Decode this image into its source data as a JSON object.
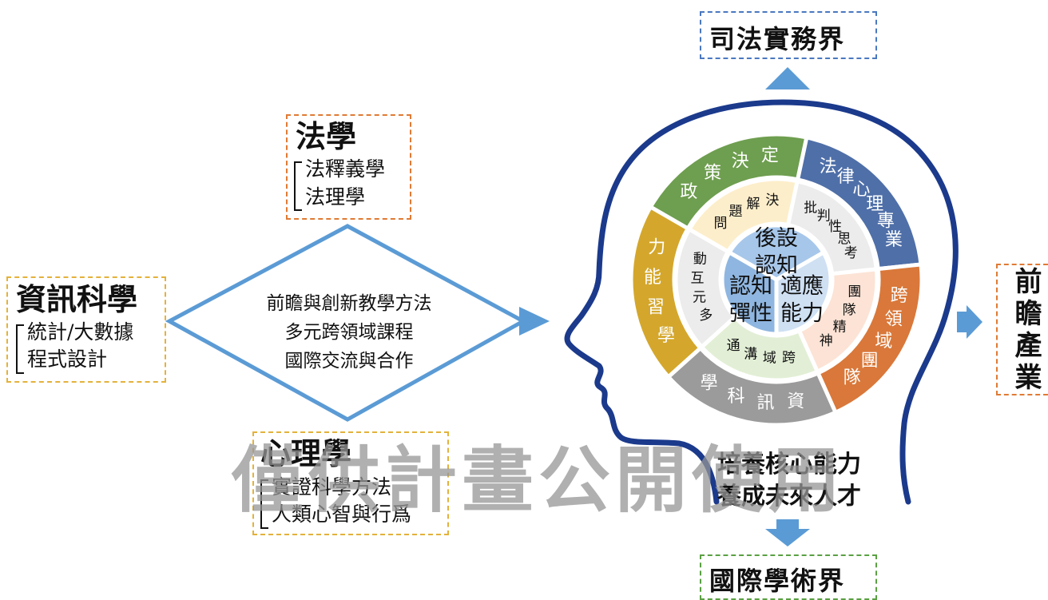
{
  "top_target": "司法實務界",
  "bottom_target": "國際學術界",
  "right_target": "前瞻產業",
  "law": {
    "title": "法學",
    "items": [
      "法釋義學",
      "法理學"
    ]
  },
  "info": {
    "title": "資訊科學",
    "items": [
      "統計/大數據",
      "程式設計"
    ]
  },
  "psych": {
    "title": "心理學",
    "items": [
      "實證科學方法",
      "人類心智與行爲"
    ]
  },
  "center": {
    "lines": [
      "前瞻與創新教學方法",
      "多元跨領域課程",
      "國際交流與合作"
    ]
  },
  "head_caption": [
    "培養核心能力",
    "養成未來人才"
  ],
  "watermark": "僅供計畫公開使用",
  "outer_ring": [
    {
      "label": "政策決定",
      "color": "#6e9e4f"
    },
    {
      "label": "法律心理專業",
      "color": "#4f6fa8"
    },
    {
      "label": "跨領域團隊",
      "color": "#d9783a"
    },
    {
      "label": "資訊科學",
      "color": "#9b9b9b"
    },
    {
      "label": "學習能力",
      "color": "#d4a72c"
    }
  ],
  "inner_ring": [
    {
      "label": "問題解決",
      "color": "#fdeecb"
    },
    {
      "label": "批判性思考",
      "color": "#ececec"
    },
    {
      "label": "團隊精神",
      "color": "#fce3d5"
    },
    {
      "label": "跨域溝通",
      "color": "#e2efd6"
    },
    {
      "label": "多元互動",
      "color": "#ececec"
    }
  ],
  "core": [
    {
      "label": "後設認知",
      "color": "#a7c7ea"
    },
    {
      "label": "適應能力",
      "color": "#cfe0f3"
    },
    {
      "label": "認知彈性",
      "color": "#8fb6e0"
    }
  ]
}
